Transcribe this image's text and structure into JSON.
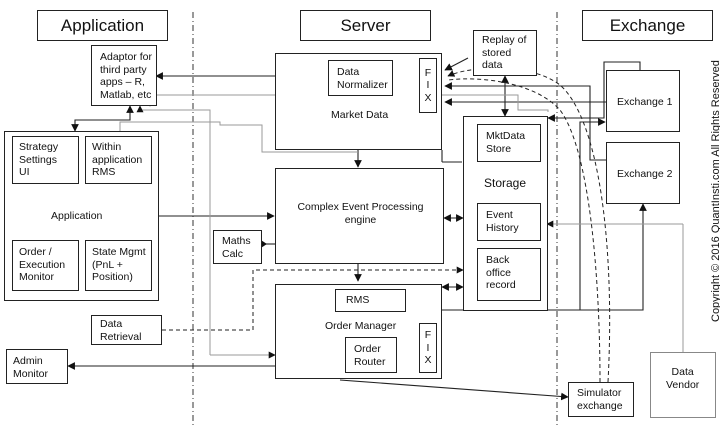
{
  "headers": {
    "application": "Application",
    "server": "Server",
    "exchange": "Exchange"
  },
  "application": {
    "adaptor": "Adaptor for\nthird party\napps – R,\nMatlab, etc",
    "strategy_settings": "Strategy\nSettings\nUI",
    "within_rms": "Within\napplication\nRMS",
    "center_label": "Application",
    "order_execution": "Order /\nExecution\nMonitor",
    "state_mgmt": "State Mgmt\n(PnL +\nPosition)",
    "data_retrieval": "Data\nRetrieval",
    "admin_monitor": "Admin\nMonitor"
  },
  "server": {
    "replay": "Replay of\nstored\ndata",
    "data_normalizer": "Data\nNormalizer",
    "market_data": "Market Data",
    "fix_market": "F\nI\nX",
    "cep": "Complex Event  Processing\nengine",
    "maths_calc": "Maths\nCalc",
    "rms": "RMS",
    "order_manager": "Order Manager",
    "order_router": "Order\nRouter",
    "fix_order": "F\nI\nX",
    "mktdata_store": "MktData\nStore",
    "storage": "Storage",
    "event_history": "Event\nHistory",
    "back_office": "Back\noffice\nrecord"
  },
  "exchange": {
    "exchange1": "Exchange 1",
    "exchange2": "Exchange 2",
    "data_vendor": "Data\nVendor",
    "simulator": "Simulator\nexchange"
  },
  "copyright": "Copyright © 2016 QuantInsti.com All Rights Reserved"
}
